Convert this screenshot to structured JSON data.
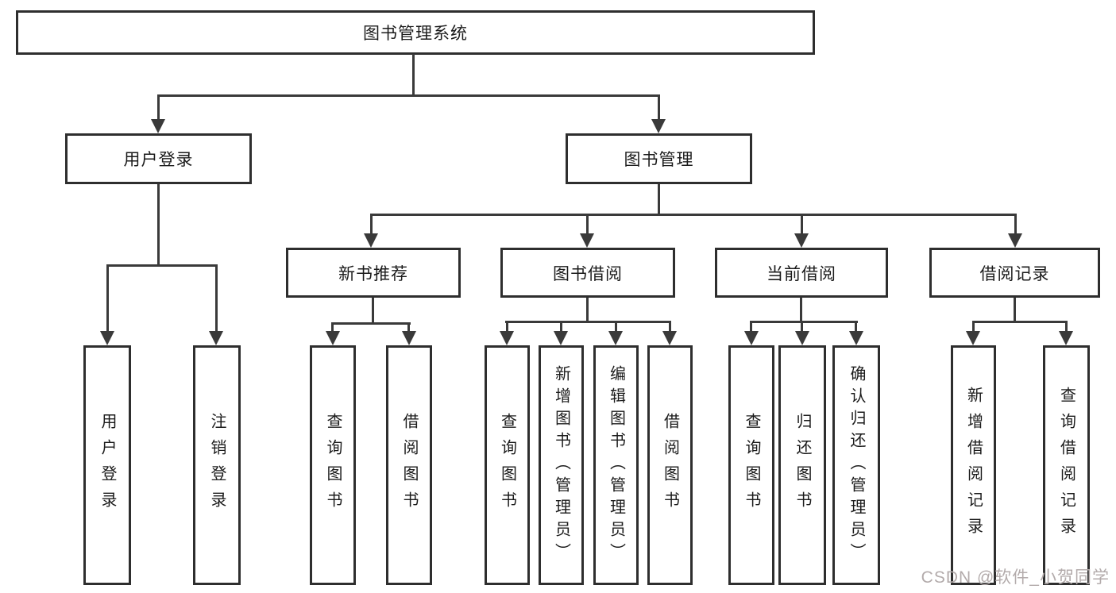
{
  "diagram": {
    "colors": {
      "line": "#3a3a3a",
      "box_border": "#2e2e2e",
      "text": "#1b1b1b",
      "background": "#ffffff",
      "watermark": "#b3abab"
    },
    "nodes": {
      "root": "图书管理系统",
      "user_login": "用户登录",
      "book_management": "图书管理",
      "new_book_recommend": "新书推荐",
      "book_borrow": "图书借阅",
      "current_borrow": "当前借阅",
      "borrow_records": "借阅记录",
      "leaf_user_login": "用户登录",
      "leaf_logout": "注销登录",
      "leaf_query_book_a": "查询图书",
      "leaf_borrow_book_a": "借阅图书",
      "leaf_query_book_b": "查询图书",
      "leaf_add_book_admin": "新增图书（管理员）",
      "leaf_edit_book_admin": "编辑图书（管理员）",
      "leaf_borrow_book_b": "借阅图书",
      "leaf_query_book_c": "查询图书",
      "leaf_return_book": "归还图书",
      "leaf_confirm_return_admin": "确认归还（管理员）",
      "leaf_add_borrow_record": "新增借阅记录",
      "leaf_query_borrow_record": "查询借阅记录"
    }
  },
  "watermark": {
    "text": "CSDN @软件_小贺同学"
  }
}
